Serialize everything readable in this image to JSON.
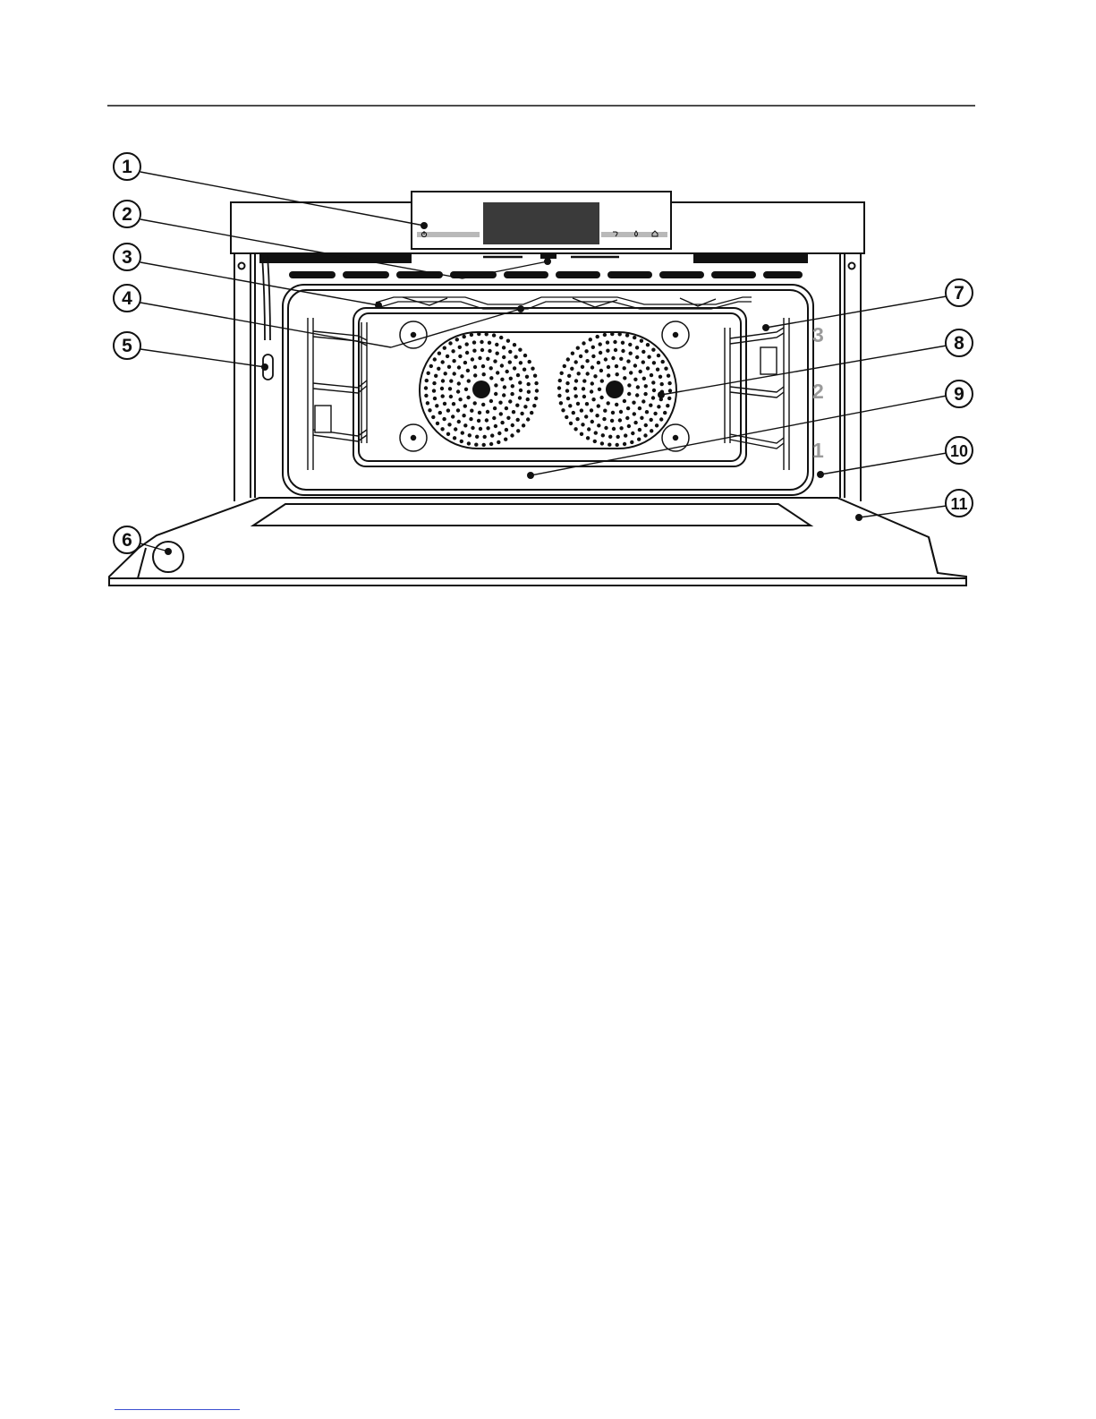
{
  "diagram": {
    "callouts": [
      "1",
      "2",
      "3",
      "4",
      "5",
      "6",
      "7",
      "8",
      "9",
      "10",
      "11"
    ],
    "shelf_levels": [
      "3",
      "2",
      "1"
    ],
    "control_icons": [
      "power-icon",
      "back-icon",
      "drop-icon",
      "home-icon"
    ]
  },
  "colors": {
    "line": "#111111",
    "display": "#3a3a3a",
    "shelf_label": "#9a9a9a",
    "control_strip": "#b9b9b9",
    "vent": "#111111",
    "footer_link": "#3b4fd0"
  }
}
